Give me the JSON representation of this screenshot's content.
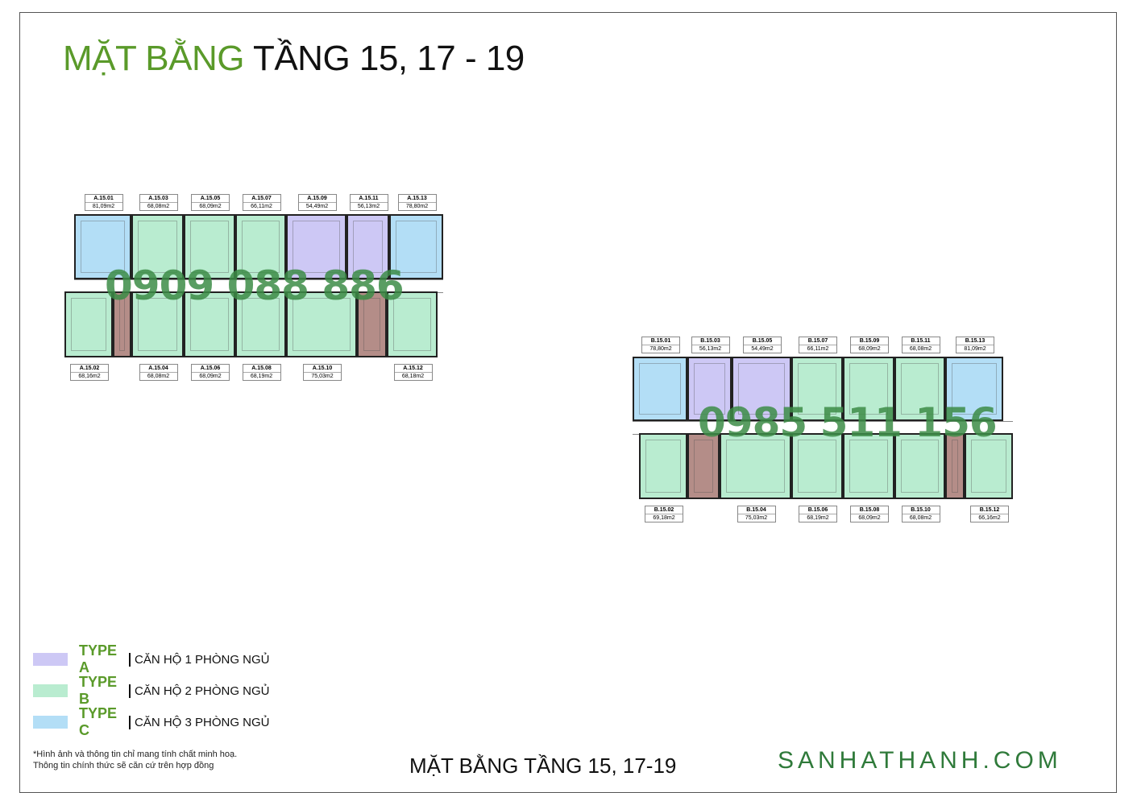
{
  "title": {
    "green": "MẶT BẰNG",
    "black": "TẦNG 15, 17 - 19"
  },
  "colors": {
    "type_a": "#cdc8f5",
    "type_b": "#b9ecd0",
    "type_c": "#b3def6",
    "core": "#b48d88",
    "brand_green": "#5a9a2a"
  },
  "block_a": {
    "watermark": "0909 088 886",
    "units": [
      {
        "id": "A.15.01",
        "area": "81,09m2",
        "type": "C"
      },
      {
        "id": "A.15.03",
        "area": "68,08m2",
        "type": "B"
      },
      {
        "id": "A.15.05",
        "area": "68,09m2",
        "type": "B"
      },
      {
        "id": "A.15.07",
        "area": "66,11m2",
        "type": "B"
      },
      {
        "id": "A.15.09",
        "area": "54,49m2",
        "type": "A"
      },
      {
        "id": "A.15.11",
        "area": "56,13m2",
        "type": "A"
      },
      {
        "id": "A.15.13",
        "area": "78,80m2",
        "type": "C"
      },
      {
        "id": "A.15.02",
        "area": "68,16m2",
        "type": "B"
      },
      {
        "id": "A.15.04",
        "area": "68,08m2",
        "type": "B"
      },
      {
        "id": "A.15.06",
        "area": "68,09m2",
        "type": "B"
      },
      {
        "id": "A.15.08",
        "area": "68,19m2",
        "type": "B"
      },
      {
        "id": "A.15.10",
        "area": "75,03m2",
        "type": "B"
      },
      {
        "id": "A.15.12",
        "area": "68,18m2",
        "type": "B"
      }
    ]
  },
  "block_b": {
    "watermark": "0985 511 156",
    "units": [
      {
        "id": "B.15.01",
        "area": "78,80m2",
        "type": "C"
      },
      {
        "id": "B.15.03",
        "area": "56,13m2",
        "type": "A"
      },
      {
        "id": "B.15.05",
        "area": "54,49m2",
        "type": "A"
      },
      {
        "id": "B.15.07",
        "area": "66,11m2",
        "type": "B"
      },
      {
        "id": "B.15.09",
        "area": "68,09m2",
        "type": "B"
      },
      {
        "id": "B.15.11",
        "area": "68,08m2",
        "type": "B"
      },
      {
        "id": "B.15.13",
        "area": "81,09m2",
        "type": "C"
      },
      {
        "id": "B.15.02",
        "area": "69,18m2",
        "type": "B"
      },
      {
        "id": "B.15.04",
        "area": "75,03m2",
        "type": "B"
      },
      {
        "id": "B.15.06",
        "area": "68,19m2",
        "type": "B"
      },
      {
        "id": "B.15.08",
        "area": "68,09m2",
        "type": "B"
      },
      {
        "id": "B.15.10",
        "area": "68,08m2",
        "type": "B"
      },
      {
        "id": "B.15.12",
        "area": "66,16m2",
        "type": "B"
      }
    ]
  },
  "legend": [
    {
      "type": "TYPE A",
      "desc": "CĂN HỘ 1 PHÒNG NGỦ"
    },
    {
      "type": "TYPE B",
      "desc": "CĂN HỘ 2 PHÒNG NGỦ"
    },
    {
      "type": "TYPE C",
      "desc": "CĂN HỘ 3 PHÒNG NGỦ"
    }
  ],
  "note": {
    "line1": "*Hình ảnh và thông tin chỉ mang tính chất minh hoạ.",
    "line2": "Thông tin chính thức sẽ căn cứ trên hợp đồng"
  },
  "footer_title": "MẶT BẰNG TẦNG 15, 17-19",
  "website": "SANHATHANH.COM"
}
